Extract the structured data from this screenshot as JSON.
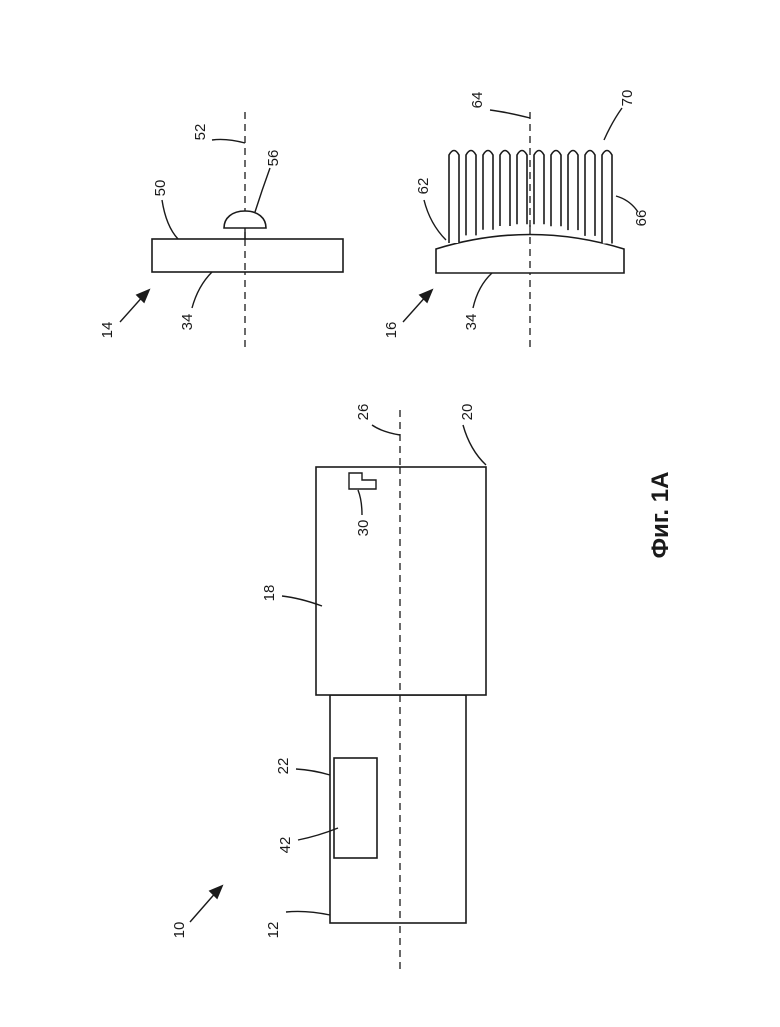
{
  "figure": {
    "caption": "Фиг. 1A",
    "reference_numerals": {
      "n10": "10",
      "n12": "12",
      "n14": "14",
      "n16": "16",
      "n18": "18",
      "n20": "20",
      "n22": "22",
      "n26": "26",
      "n30": "30",
      "n34a": "34",
      "n34b": "34",
      "n42": "42",
      "n50": "50",
      "n52": "52",
      "n56": "56",
      "n62": "62",
      "n64": "64",
      "n66": "66",
      "n70": "70"
    }
  }
}
